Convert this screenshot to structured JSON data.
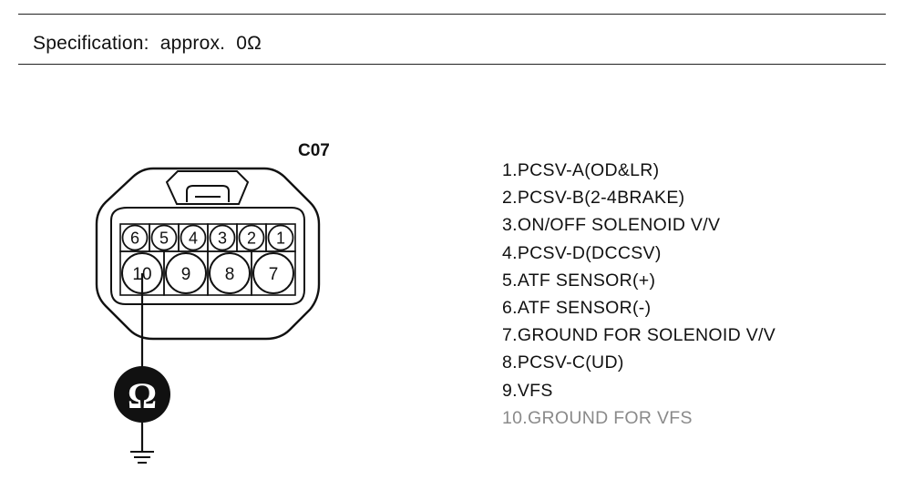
{
  "specification": {
    "label": "Specification:",
    "qualifier": "approx.",
    "value": "0Ω"
  },
  "connector": {
    "label": "C07",
    "top_row_pins": [
      "6",
      "5",
      "4",
      "3",
      "2",
      "1"
    ],
    "bottom_row_pins": [
      "10",
      "9",
      "8",
      "7"
    ],
    "meter_symbol": "Ω",
    "meter_icon": "ohmmeter-icon",
    "ground_icon": "ground-icon"
  },
  "pin_descriptions": [
    "1.PCSV-A(OD&LR)",
    "2.PCSV-B(2-4BRAKE)",
    "3.ON/OFF SOLENOID V/V",
    "4.PCSV-D(DCCSV)",
    "5.ATF SENSOR(+)",
    "6.ATF SENSOR(-)",
    "7.GROUND FOR SOLENOID V/V",
    "8.PCSV-C(UD)",
    "9.VFS",
    "10.GROUND FOR VFS"
  ],
  "colors": {
    "ink": "#111111",
    "faded_text": "#8a8a8a",
    "background": "#ffffff"
  }
}
